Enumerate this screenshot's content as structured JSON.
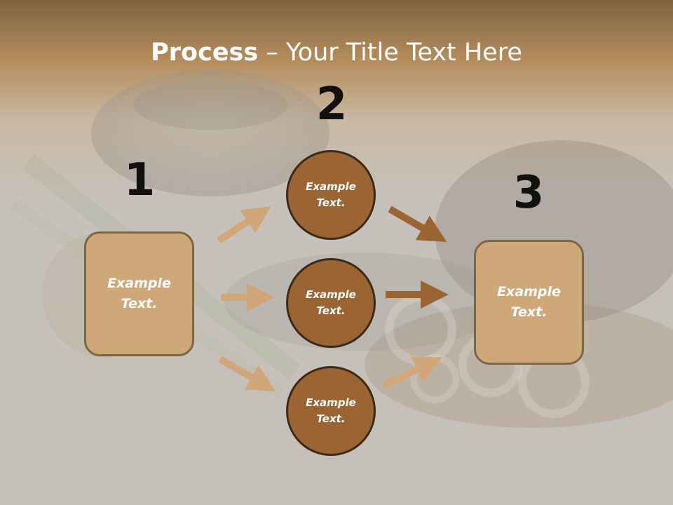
{
  "title": {
    "bold": "Process",
    "rest": " – Your Title Text Here"
  },
  "steps": [
    {
      "number": "1",
      "text": "Example Text."
    },
    {
      "number": "2"
    },
    {
      "number": "3",
      "text": "Example Text."
    }
  ],
  "circles": [
    {
      "text": "Example Text."
    },
    {
      "text": "Example Text."
    },
    {
      "text": "Example Text."
    }
  ],
  "colors": {
    "box_fill": "#cfa87a",
    "circle_fill": "#9a6433",
    "arrow_light": "#d1a678",
    "arrow_dark": "#9a6433"
  }
}
